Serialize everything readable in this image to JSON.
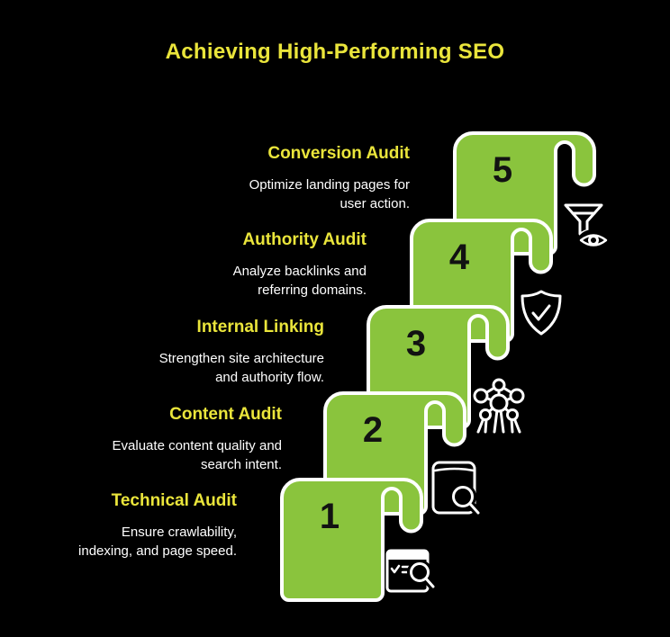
{
  "title": "Achieving High-Performing SEO",
  "colors": {
    "background": "#000000",
    "ribbon_green": "#8AC43D",
    "heading_yellow": "#EAE53B",
    "body_text_white": "#FFFFFF",
    "number_black": "#121212",
    "outline_white": "#FFFFFF"
  },
  "steps": [
    {
      "number": "1",
      "title": "Technical Audit",
      "description": "Ensure crawlability,\nindexing, and page speed.",
      "icon": "browser-search-icon"
    },
    {
      "number": "2",
      "title": "Content Audit",
      "description": "Evaluate content quality and\nsearch intent.",
      "icon": "book-search-icon"
    },
    {
      "number": "3",
      "title": "Internal Linking",
      "description": "Strengthen site architecture\nand authority flow.",
      "icon": "network-nodes-icon"
    },
    {
      "number": "4",
      "title": "Authority Audit",
      "description": "Analyze backlinks and\nreferring domains.",
      "icon": "shield-check-icon"
    },
    {
      "number": "5",
      "title": "Conversion Audit",
      "description": "Optimize landing pages for\nuser action.",
      "icon": "funnel-eye-icon"
    }
  ]
}
